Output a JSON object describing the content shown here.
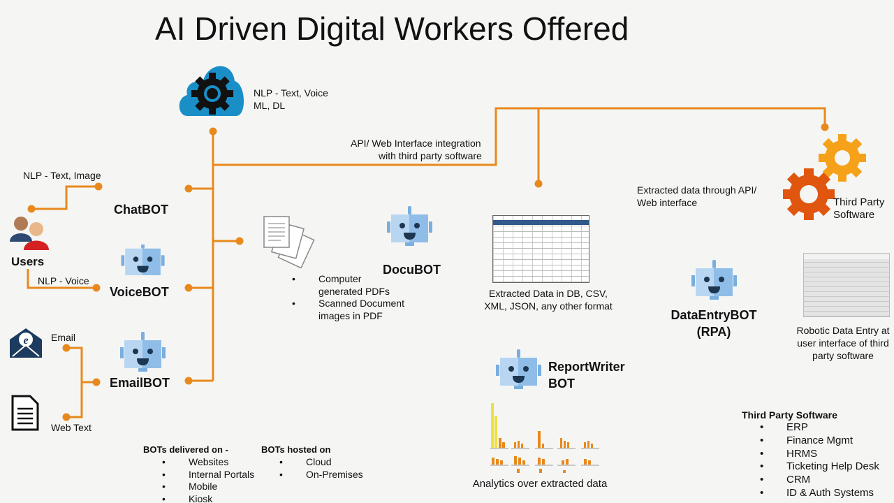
{
  "title": "AI Driven Digital Workers Offered",
  "cloud": {
    "label_line1": "NLP - Text, Voice",
    "label_line2": "ML, DL"
  },
  "api_label": {
    "line1": "API/ Web Interface integration",
    "line2": "with third party software"
  },
  "users": {
    "label": "Users",
    "nlp_text_image": "NLP - Text, Image",
    "nlp_voice": "NLP - Voice"
  },
  "inputs": {
    "email": "Email",
    "web_text": "Web Text"
  },
  "bots": {
    "chat": "ChatBOT",
    "voice": "VoiceBOT",
    "email": "EmailBOT",
    "docu": "DocuBOT",
    "dataentry_line1": "DataEntryBOT",
    "dataentry_line2": "(RPA)",
    "report_line1": "ReportWriter",
    "report_line2": "BOT"
  },
  "docu_items": [
    "Computer generated PDFs",
    "Scanned Document images in PDF"
  ],
  "extracted": {
    "line1": "Extracted Data in DB, CSV,",
    "line2": "XML, JSON, any other format"
  },
  "api_extract": {
    "line1": "Extracted data through API/",
    "line2": "Web  interface"
  },
  "third_party": {
    "line1": "Third Party",
    "line2": "Software"
  },
  "robotic_entry": {
    "line1": "Robotic Data Entry at",
    "line2": "user interface of third",
    "line3": "party software"
  },
  "analytics": "Analytics over extracted data",
  "delivered": {
    "heading": "BOTs delivered on -",
    "items": [
      "Websites",
      "Internal Portals",
      "Mobile",
      "Kiosk"
    ]
  },
  "hosted": {
    "heading": "BOTs hosted on",
    "items": [
      "Cloud",
      "On-Premises"
    ]
  },
  "third_party_list": {
    "heading": "Third Party Software",
    "items": [
      "ERP",
      "Finance Mgmt",
      "HRMS",
      "Ticketing Help Desk",
      "CRM",
      "ID & Auth Systems"
    ]
  },
  "colors": {
    "line": "#e8891d",
    "cloud": "#1a8fc7",
    "robot_light": "#a9cdee",
    "robot_dark": "#7aaedf",
    "gear_yellow": "#f5a21a",
    "gear_red": "#e0560f"
  }
}
